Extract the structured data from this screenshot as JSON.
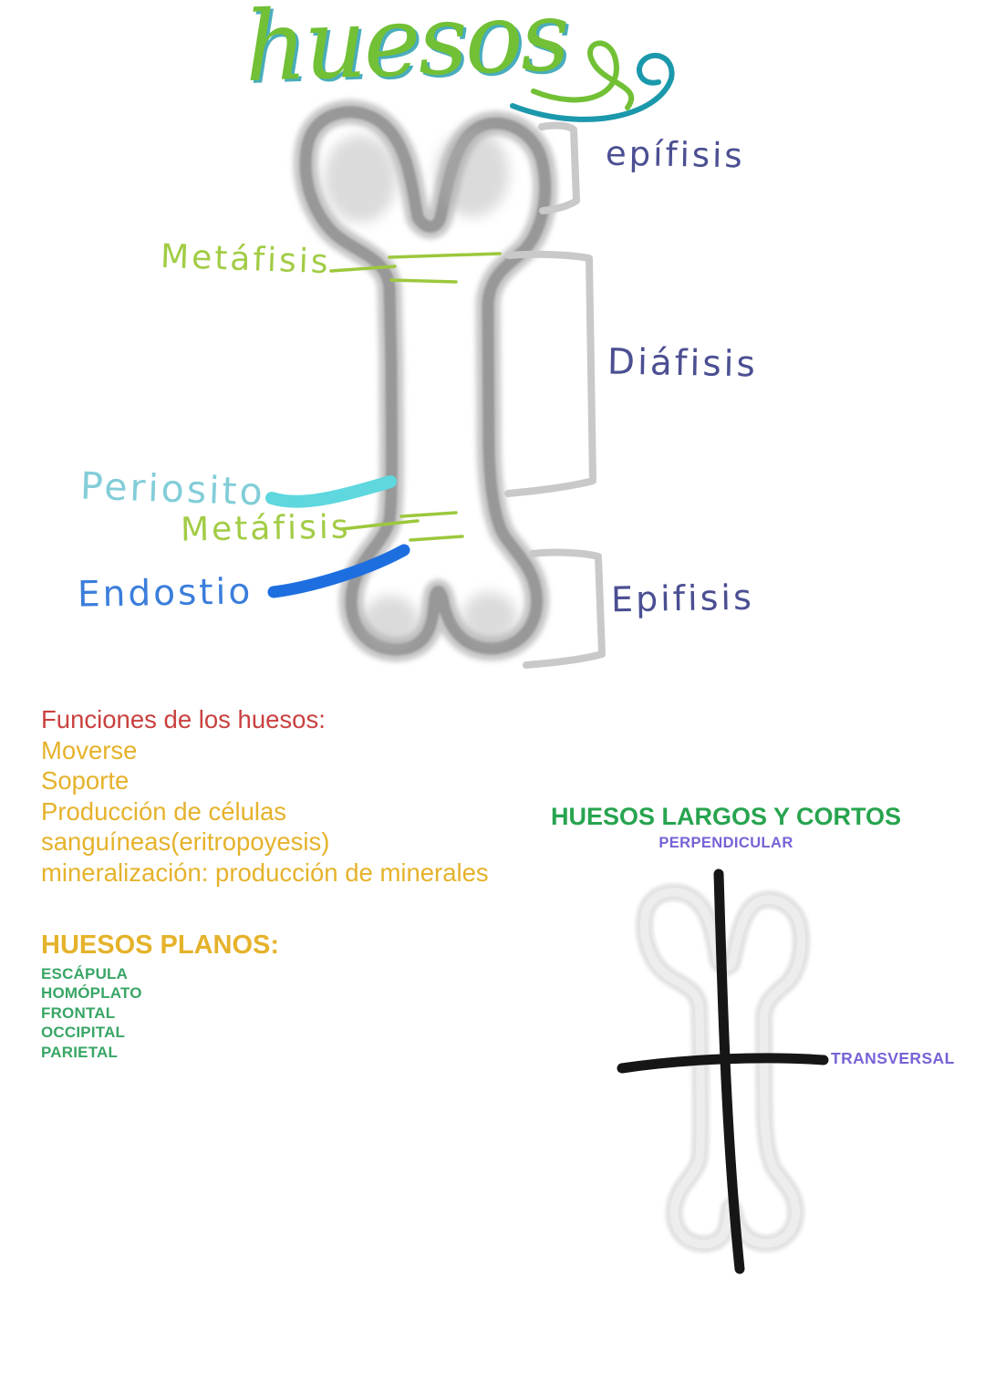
{
  "title": {
    "text": "huesos",
    "color_main": "#72c035",
    "color_accent": "#1b98ab"
  },
  "bone_diagram": {
    "labels": {
      "epifisis_top": {
        "text": "epífisis",
        "color": "#4b4f92"
      },
      "metafisis_top": {
        "text": "Metáfisis",
        "color": "#a2cc45"
      },
      "diafisis": {
        "text": "Diáfisis",
        "color": "#4b4f92"
      },
      "periosito": {
        "text": "Periosito",
        "color": "#82cdd8"
      },
      "metafisis_bottom": {
        "text": "Metáfisis",
        "color": "#a2cc45"
      },
      "endostio": {
        "text": "Endostio",
        "color": "#3b7edb"
      },
      "epifisis_bottom": {
        "text": "Epifisis",
        "color": "#4b4f92"
      }
    },
    "stroke_colors": {
      "bone_gray": "#9a9a9a",
      "bracket_gray": "#c9c9c9",
      "metaphysis_line_green": "#9cc83c",
      "periosteum_cyan": "#5ed7de",
      "endosteum_blue": "#1d6fe0"
    }
  },
  "functions_section": {
    "heading": "Funciones de los huesos:",
    "heading_color": "#c9413f",
    "items_color": "#e5b22b",
    "items": [
      "Moverse",
      "Soporte",
      "Producción de células",
      "sanguíneas(eritropoyesis)",
      "mineralización: producción de minerales"
    ]
  },
  "flat_bones_section": {
    "heading": "HUESOS PLANOS:",
    "heading_color": "#e5b22b",
    "items_color": "#39a666",
    "items": [
      "ESCÁPULA",
      "HOMÓPLATO",
      "FRONTAL",
      "OCCIPITAL",
      "PARIETAL"
    ]
  },
  "long_bones_section": {
    "heading": "HUESOS LARGOS Y CORTOS",
    "heading_color": "#27a44f",
    "perpendicular_label": "PERPENDICULAR",
    "transversal_label": "TRANSVERSAL",
    "axis_label_color": "#7862d6",
    "axis_line_color": "#161616"
  }
}
